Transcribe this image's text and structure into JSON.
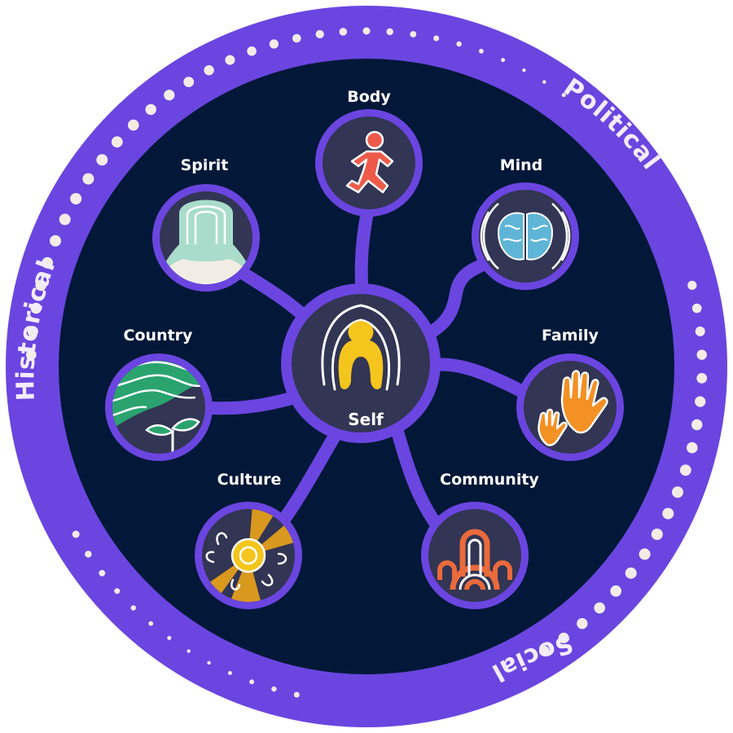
{
  "colors": {
    "outer_ring": "#6b45e0",
    "inner_bg": "#031838",
    "node_fill": "#323553",
    "dots": "#f3ece6",
    "red": "#ee5a4a",
    "blue": "#5fb5d6",
    "mint": "#a9dccb",
    "cream": "#f2ede4",
    "green": "#2aa36f",
    "yellow": "#f4c51d",
    "orange": "#f39124",
    "gold": "#d9981e",
    "coral": "#ea6a3c"
  },
  "ring_labels": {
    "political": "Political",
    "historical": "Historical",
    "social": "Social"
  },
  "center": {
    "label": "Self",
    "icon": "self-figure-icon"
  },
  "nodes": [
    {
      "key": "body",
      "label": "Body",
      "icon": "running-figure-icon"
    },
    {
      "key": "mind",
      "label": "Mind",
      "icon": "brain-icon"
    },
    {
      "key": "family",
      "label": "Family",
      "icon": "hands-icon"
    },
    {
      "key": "community",
      "label": "Community",
      "icon": "arches-icon"
    },
    {
      "key": "culture",
      "label": "Culture",
      "icon": "sun-rays-icon"
    },
    {
      "key": "country",
      "label": "Country",
      "icon": "land-waves-sprout-icon"
    },
    {
      "key": "spirit",
      "label": "Spirit",
      "icon": "spirit-figure-icon"
    }
  ]
}
